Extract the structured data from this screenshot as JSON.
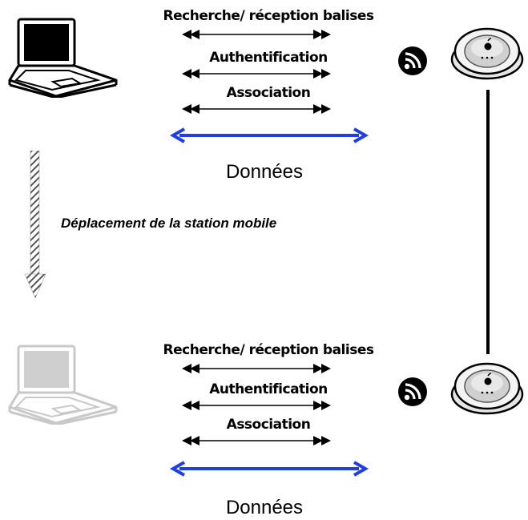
{
  "top_sequence": {
    "step1": "Recherche/ réception balises",
    "step2": "Authentification",
    "step3": "Association",
    "data": "Données"
  },
  "movement": {
    "label": "Déplacement de la station mobile"
  },
  "bottom_sequence": {
    "step1": "Recherche/ réception balises",
    "step2": "Authentification",
    "step3": "Association",
    "data": "Données"
  },
  "icons": {
    "laptop_top": "laptop-icon",
    "laptop_bottom": "laptop-faded-icon",
    "wifi": "wifi-icon",
    "access_point": "airport-base-station-icon"
  },
  "colors": {
    "data_arrow": "#1f3fe6",
    "control_arrow": "#000000",
    "faded_laptop": "#c8c8c8"
  }
}
